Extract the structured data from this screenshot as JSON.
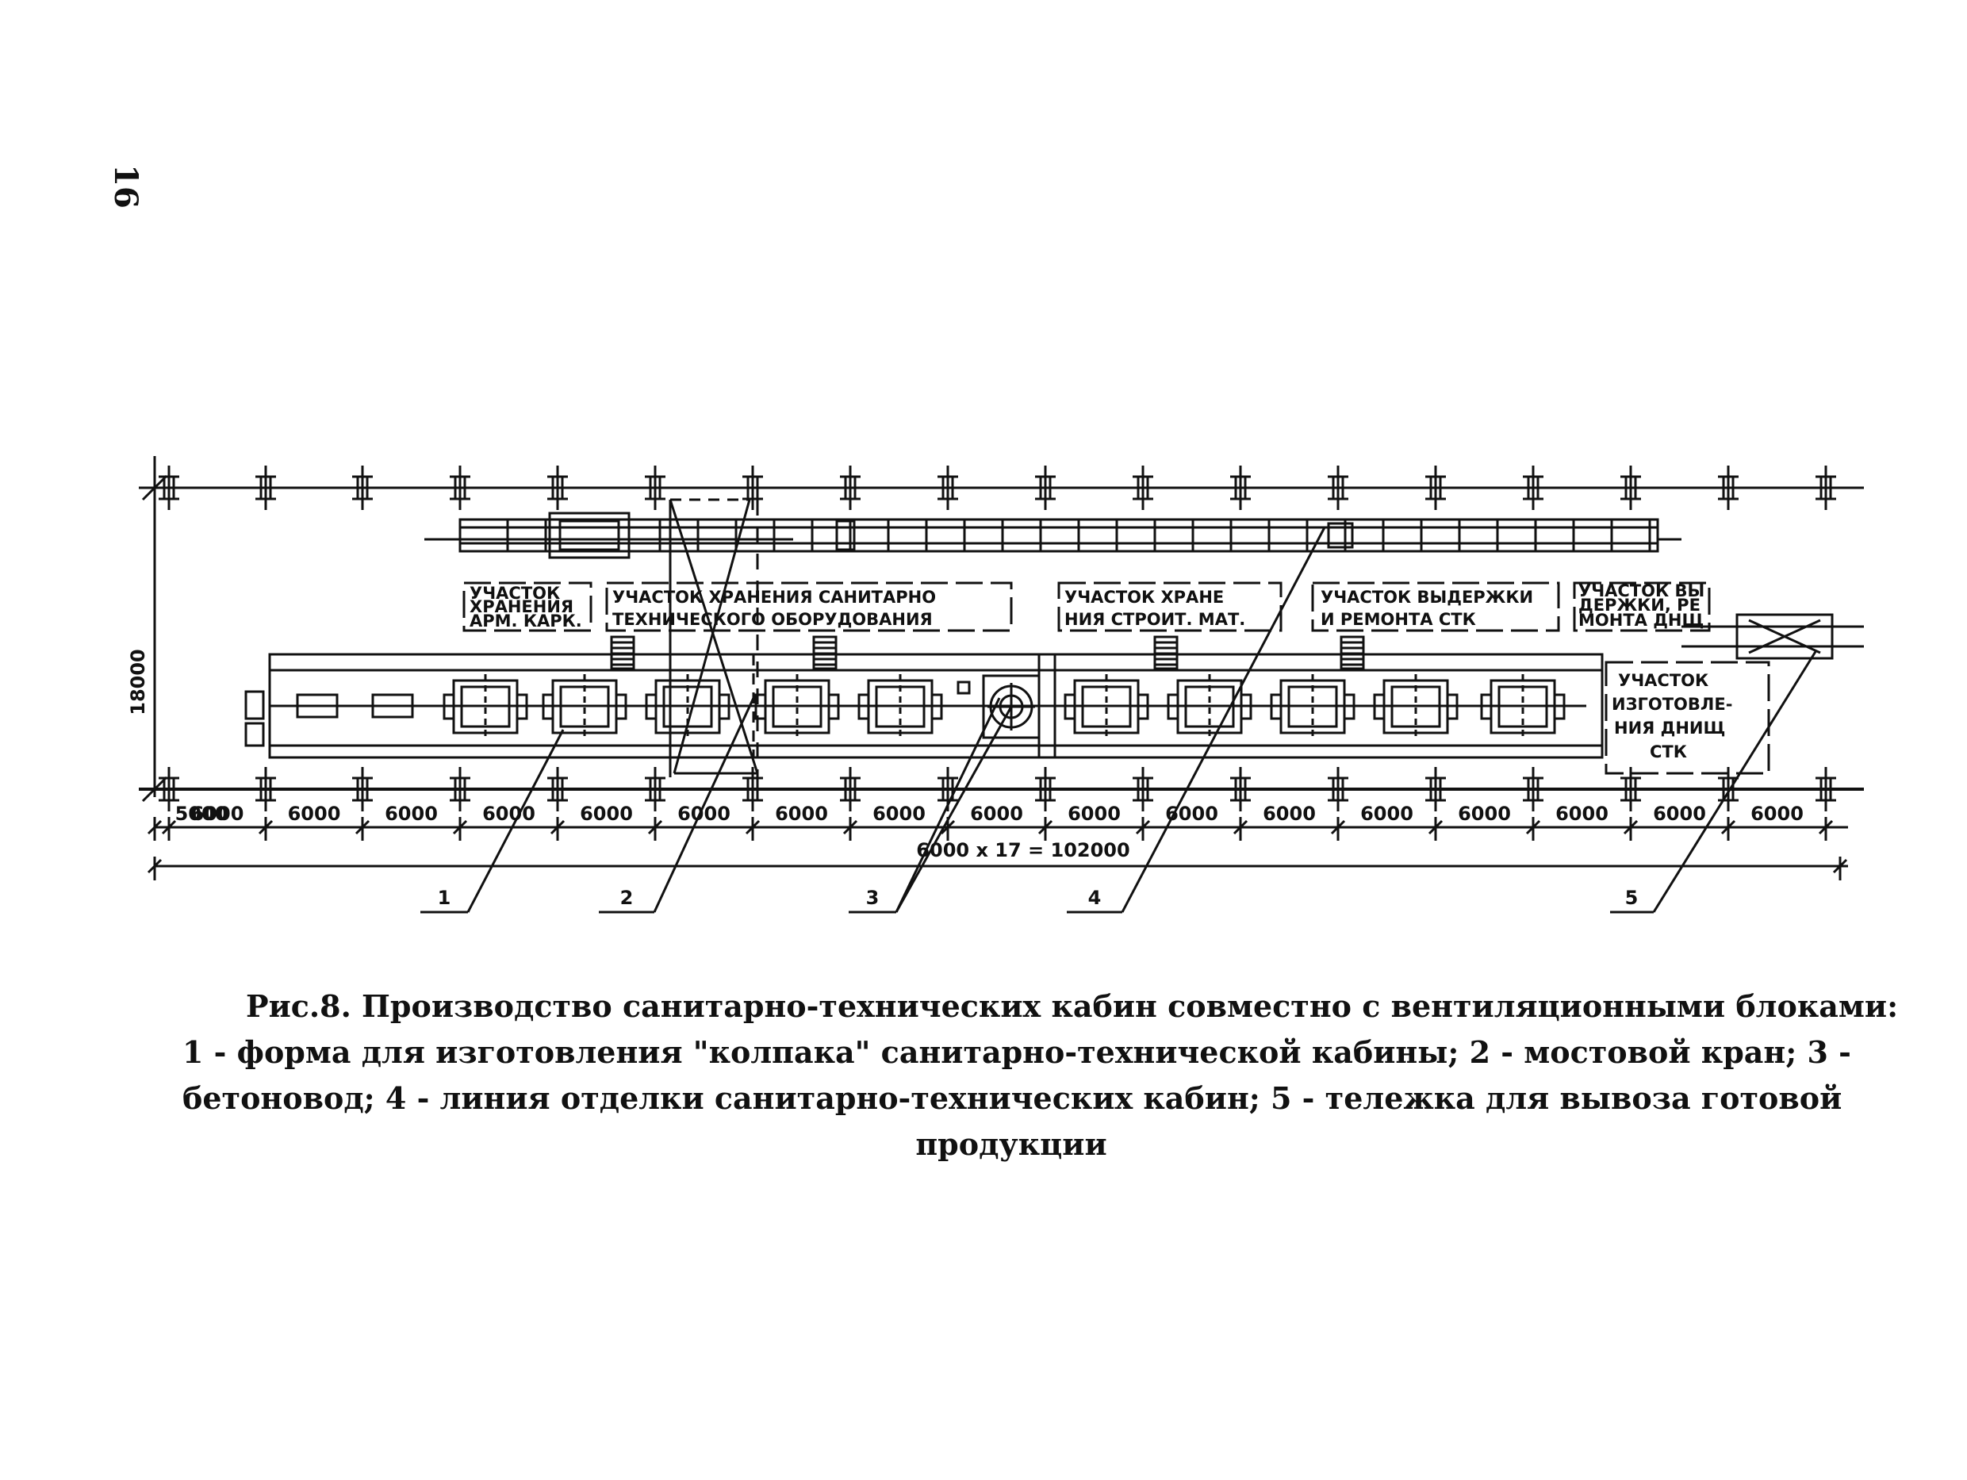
{
  "page_number": "16",
  "overall_height_dim": "18000",
  "zones": {
    "arm_storage": [
      "УЧАСТОК",
      "ХРАНЕНИЯ",
      "АРМ. КАРК."
    ],
    "equipment_storage": [
      "УЧАСТОК ХРАНЕНИЯ САНИТАРНО",
      "ТЕХНИЧЕСКОГО ОБОРУДОВАНИЯ"
    ],
    "materials_storage": [
      "УЧАСТОК ХРАНЕ",
      "НИЯ СТРОИТ. МАТ."
    ],
    "curing_repair": [
      "УЧАСТОК ВЫДЕРЖКИ",
      "И РЕМОНТА СТК"
    ],
    "curing_repair_bottoms": [
      "УЧАСТОК ВЫ",
      "ДЕРЖКИ, РЕ",
      "МОНТА ДНЩ"
    ],
    "bottoms_production": [
      "УЧАСТОК",
      "ИЗГОТОВЛЕ-",
      "НИЯ ДНИЩ",
      "СТК"
    ]
  },
  "bay_dims": [
    "5000",
    "6000",
    "6000",
    "6000",
    "6000",
    "6000",
    "6000",
    "6000",
    "6000",
    "6000",
    "6000",
    "6000",
    "6000",
    "6000",
    "6000",
    "6000",
    "6000",
    "6000"
  ],
  "total_dim": "6000 x 17 = 102000",
  "callouts": [
    "1",
    "2",
    "3",
    "4",
    "5"
  ],
  "caption": {
    "line1": "Рис.8. Производство санитарно-технических кабин совместно с вентиляционными блоками:",
    "line2": "1 - форма для изготовления \"колпака\" санитарно-технической кабины; 2 - мостовой кран; 3 -",
    "line3": "бетоновод; 4 - линия отделки санитарно-технических кабин; 5 - тележка для вывоза готовой",
    "line4": "продукции"
  }
}
